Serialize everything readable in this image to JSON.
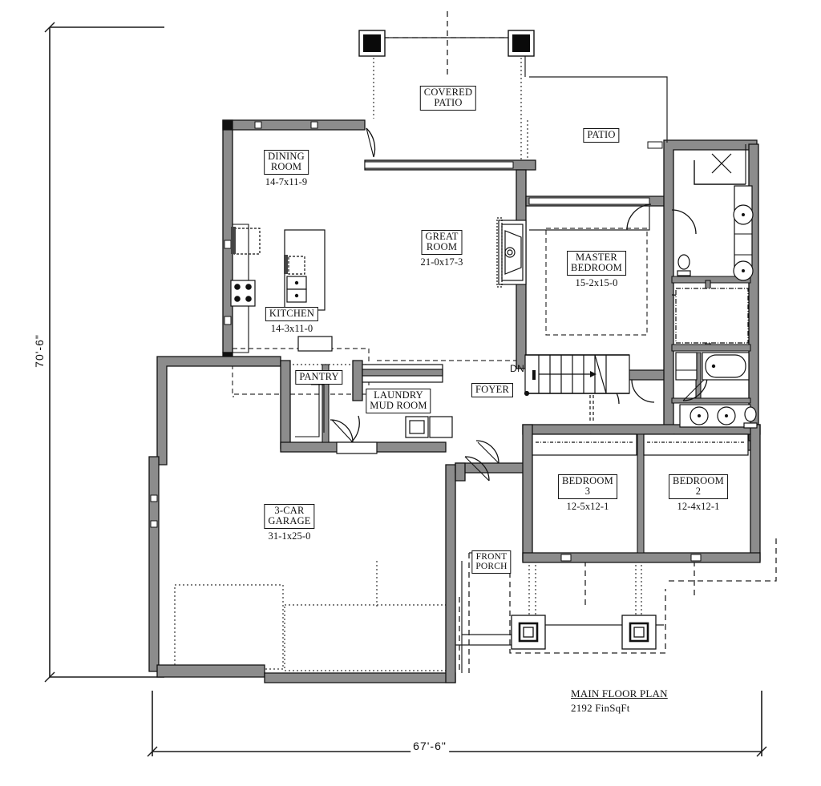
{
  "document": {
    "type": "architectural-floor-plan",
    "title": "MAIN FLOOR PLAN",
    "area": "2192 FinSqFt"
  },
  "dimensions": {
    "overall_width": "67'-6\"",
    "overall_height": "70'-6\""
  },
  "rooms": [
    {
      "id": "dining-room",
      "name_lines": [
        "DINING",
        "ROOM"
      ],
      "dim": "14-7x11-9"
    },
    {
      "id": "kitchen",
      "name_lines": [
        "KITCHEN"
      ],
      "dim": "14-3x11-0"
    },
    {
      "id": "great-room",
      "name_lines": [
        "GREAT",
        "ROOM"
      ],
      "dim": "21-0x17-3"
    },
    {
      "id": "covered-patio",
      "name_lines": [
        "COVERED",
        "PATIO"
      ],
      "dim": ""
    },
    {
      "id": "patio",
      "name_lines": [
        "PATIO"
      ],
      "dim": ""
    },
    {
      "id": "master-bedroom",
      "name_lines": [
        "MASTER",
        "BEDROOM"
      ],
      "dim": "15-2x15-0"
    },
    {
      "id": "pantry",
      "name_lines": [
        "PANTRY"
      ],
      "dim": ""
    },
    {
      "id": "laundry-mud-room",
      "name_lines": [
        "LAUNDRY",
        "MUD ROOM"
      ],
      "dim": ""
    },
    {
      "id": "foyer",
      "name_lines": [
        "FOYER"
      ],
      "dim": ""
    },
    {
      "id": "garage",
      "name_lines": [
        "3-CAR",
        "GARAGE"
      ],
      "dim": "31-1x25-0"
    },
    {
      "id": "bedroom-3",
      "name_lines": [
        "BEDROOM",
        "3"
      ],
      "dim": "12-5x12-1"
    },
    {
      "id": "bedroom-2",
      "name_lines": [
        "BEDROOM",
        "2"
      ],
      "dim": "12-4x12-1"
    },
    {
      "id": "front-porch",
      "name_lines": [
        "FRONT",
        "PORCH"
      ],
      "dim": ""
    }
  ],
  "annotations": [
    {
      "id": "stair-direction",
      "text": "DN"
    }
  ],
  "colors": {
    "wall_outline": "#111111",
    "wall_fill": "#8c8c8c",
    "paper": "#ffffff",
    "line": "#1a1a1a",
    "fixture": "#222222"
  }
}
